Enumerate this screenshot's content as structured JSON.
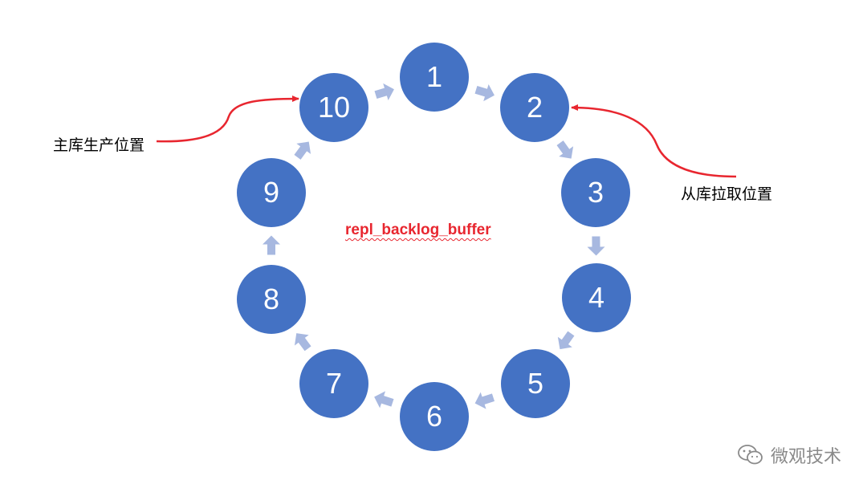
{
  "diagram": {
    "nodes": [
      "1",
      "2",
      "3",
      "4",
      "5",
      "6",
      "7",
      "8",
      "9",
      "10"
    ],
    "center_label": "repl_backlog_buffer",
    "producer_label": "主库生产位置",
    "consumer_label": "从库拉取位置",
    "node_color": "#4472c4",
    "arrow_color": "#a7b8e0",
    "pointer_color": "#e8262f"
  },
  "watermark": {
    "text": "微观技术",
    "icon": "wechat-icon"
  }
}
